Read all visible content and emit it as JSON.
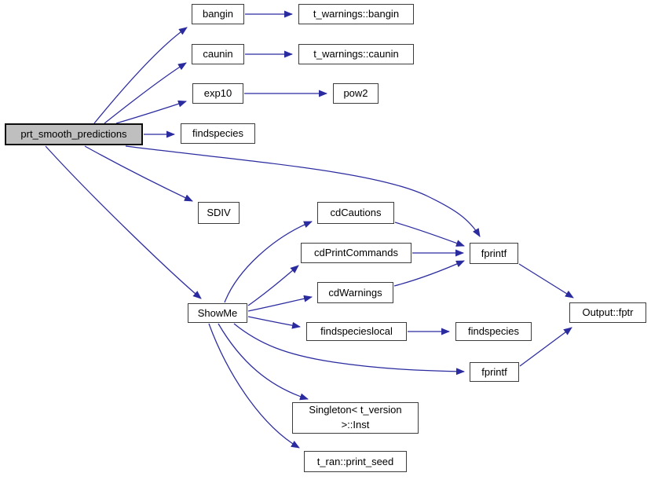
{
  "diagram": {
    "kind": "function-call-graph",
    "root_function": "prt_smooth_predictions",
    "colors": {
      "edge": "#2b2ba0",
      "node_border": "#3c3c3c",
      "node_fill": "#ffffff",
      "root_node_fill": "#bfbfbf",
      "text": "#000000",
      "background": "#ffffff"
    }
  },
  "nodes": [
    {
      "id": "prt_smooth_predictions",
      "label": "prt_smooth_predictions"
    },
    {
      "id": "bangin",
      "label": "bangin"
    },
    {
      "id": "t_warnings_bangin",
      "label": "t_warnings::bangin"
    },
    {
      "id": "caunin",
      "label": "caunin"
    },
    {
      "id": "t_warnings_caunin",
      "label": "t_warnings::caunin"
    },
    {
      "id": "exp10",
      "label": "exp10"
    },
    {
      "id": "pow2",
      "label": "pow2"
    },
    {
      "id": "findspecies_top",
      "label": "findspecies"
    },
    {
      "id": "sdiv",
      "label": "SDIV"
    },
    {
      "id": "cdcautions",
      "label": "cdCautions"
    },
    {
      "id": "cdprintcommands",
      "label": "cdPrintCommands"
    },
    {
      "id": "fprintf_top",
      "label": "fprintf"
    },
    {
      "id": "cdwarnings",
      "label": "cdWarnings"
    },
    {
      "id": "showme",
      "label": "ShowMe"
    },
    {
      "id": "findspecieslocal",
      "label": "findspecieslocal"
    },
    {
      "id": "findspecies_bottom",
      "label": "findspecies"
    },
    {
      "id": "output_fptr",
      "label": "Output::fptr"
    },
    {
      "id": "fprintf_bottom",
      "label": "fprintf"
    },
    {
      "id": "singleton_inst",
      "label": "Singleton< t_version\n>::Inst"
    },
    {
      "id": "t_ran_print_seed",
      "label": "t_ran::print_seed"
    }
  ],
  "edges": [
    {
      "from": "prt_smooth_predictions",
      "to": "bangin"
    },
    {
      "from": "prt_smooth_predictions",
      "to": "caunin"
    },
    {
      "from": "prt_smooth_predictions",
      "to": "exp10"
    },
    {
      "from": "prt_smooth_predictions",
      "to": "findspecies_top"
    },
    {
      "from": "prt_smooth_predictions",
      "to": "fprintf_top"
    },
    {
      "from": "prt_smooth_predictions",
      "to": "sdiv"
    },
    {
      "from": "prt_smooth_predictions",
      "to": "showme"
    },
    {
      "from": "bangin",
      "to": "t_warnings_bangin"
    },
    {
      "from": "caunin",
      "to": "t_warnings_caunin"
    },
    {
      "from": "exp10",
      "to": "pow2"
    },
    {
      "from": "showme",
      "to": "cdcautions"
    },
    {
      "from": "showme",
      "to": "cdprintcommands"
    },
    {
      "from": "showme",
      "to": "cdwarnings"
    },
    {
      "from": "showme",
      "to": "findspecieslocal"
    },
    {
      "from": "showme",
      "to": "fprintf_bottom"
    },
    {
      "from": "showme",
      "to": "singleton_inst"
    },
    {
      "from": "showme",
      "to": "t_ran_print_seed"
    },
    {
      "from": "cdcautions",
      "to": "fprintf_top"
    },
    {
      "from": "cdprintcommands",
      "to": "fprintf_top"
    },
    {
      "from": "cdwarnings",
      "to": "fprintf_top"
    },
    {
      "from": "fprintf_top",
      "to": "output_fptr"
    },
    {
      "from": "fprintf_bottom",
      "to": "output_fptr"
    },
    {
      "from": "findspecieslocal",
      "to": "findspecies_bottom"
    }
  ]
}
